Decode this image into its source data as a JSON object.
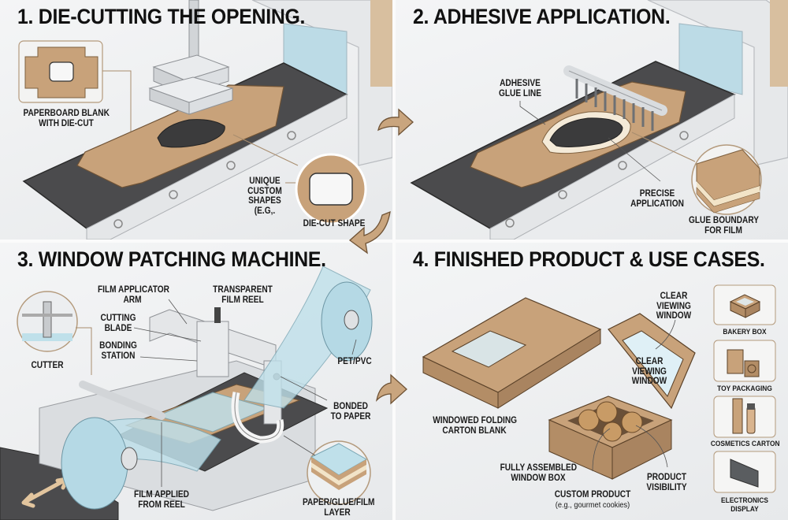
{
  "panels": [
    {
      "step": 1,
      "title": "1. DIE-CUTTING THE OPENING.",
      "labels": {
        "blank": [
          "PAPERBOARD BLANK",
          "WITH DIE-CUT"
        ],
        "custom": [
          "UNIQUE",
          "CUSTOM",
          "SHAPES",
          "(E.G,."
        ],
        "die_cut": "DIE-CUT SHAPE"
      }
    },
    {
      "step": 2,
      "title": "2. ADHESIVE APPLICATION.",
      "labels": {
        "glue_line": [
          "ADHESIVE",
          "GLUE LINE"
        ],
        "precise": [
          "PRECISE",
          "APPLICATION"
        ],
        "boundary": [
          "GLUE BOUNDARY",
          "FOR FILM"
        ]
      }
    },
    {
      "step": 3,
      "title": "3. WINDOW PATCHING MACHINE.",
      "labels": {
        "arm": [
          "FILM APPLICATOR",
          "ARM"
        ],
        "reel": [
          "TRANSPARENT",
          "FILM REEL"
        ],
        "blade": [
          "CUTTING",
          "BLADE"
        ],
        "bonding": [
          "BONDING",
          "STATION"
        ],
        "cutter": "CUTTER",
        "material": "PET/PVC",
        "bonded": [
          "BONDED",
          "TO PAPER"
        ],
        "applied": [
          "FILM APPLIED",
          "FROM REEL"
        ],
        "layer": [
          "PAPER/GLUE/FILM",
          "LAYER"
        ]
      }
    },
    {
      "step": 4,
      "title": "4. FINISHED PRODUCT & USE CASES.",
      "labels": {
        "clear_top": [
          "CLEAR",
          "VIEWING",
          "WINDOW"
        ],
        "clear_inner": [
          "CLEAR",
          "VIEWING",
          "WINDOW"
        ],
        "carton": [
          "WINDOWED FOLDING",
          "CARTON BLANK"
        ],
        "assembled": [
          "FULLY ASSEMBLED",
          "WINDOW BOX"
        ],
        "custom_product": "CUSTOM PRODUCT",
        "custom_product_sub": "(e.g., gourmet cookies)",
        "visibility": [
          "PRODUCT",
          "VISIBILITY"
        ]
      },
      "use_cases": [
        {
          "label": "BAKERY BOX",
          "icon": "bakery-box-icon"
        },
        {
          "label": "TOY PACKAGING",
          "icon": "toy-packaging-icon"
        },
        {
          "label": "COSMETICS CARTON",
          "icon": "cosmetics-carton-icon"
        },
        {
          "label": "ELECTRONICS DISPLAY",
          "icon": "electronics-display-icon"
        }
      ]
    }
  ],
  "colors": {
    "kraft": "#c8a27a",
    "kraft_dark": "#8a6a48",
    "belt": "#4a4a4a",
    "film": "#bfe0ea",
    "machine": "#e3e5e7",
    "arrow": "#c9a57e"
  }
}
